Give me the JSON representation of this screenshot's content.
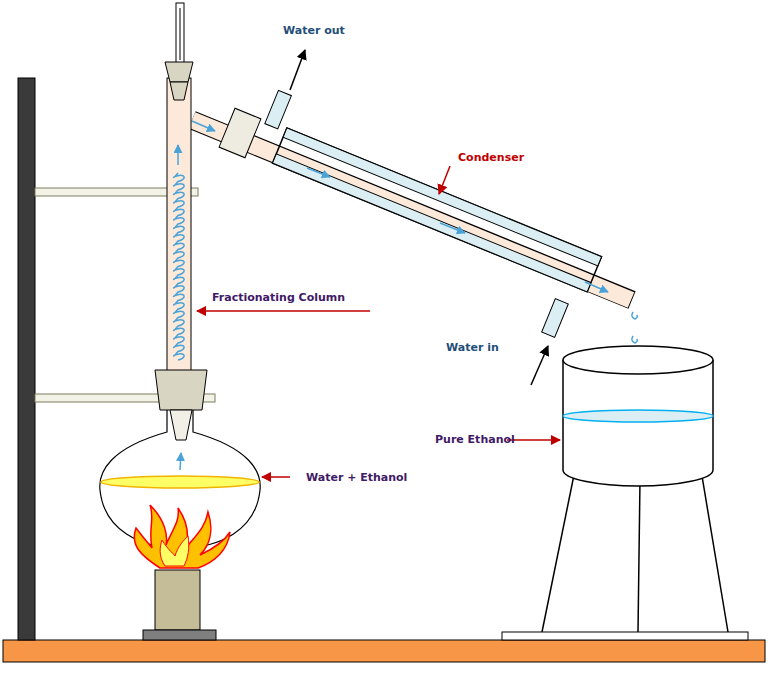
{
  "diagram": {
    "labels": [
      "Water out",
      "Condenser",
      "Fractionating Column",
      "Water in",
      "Pure Ethanol",
      "Water + Ethanol"
    ]
  }
}
